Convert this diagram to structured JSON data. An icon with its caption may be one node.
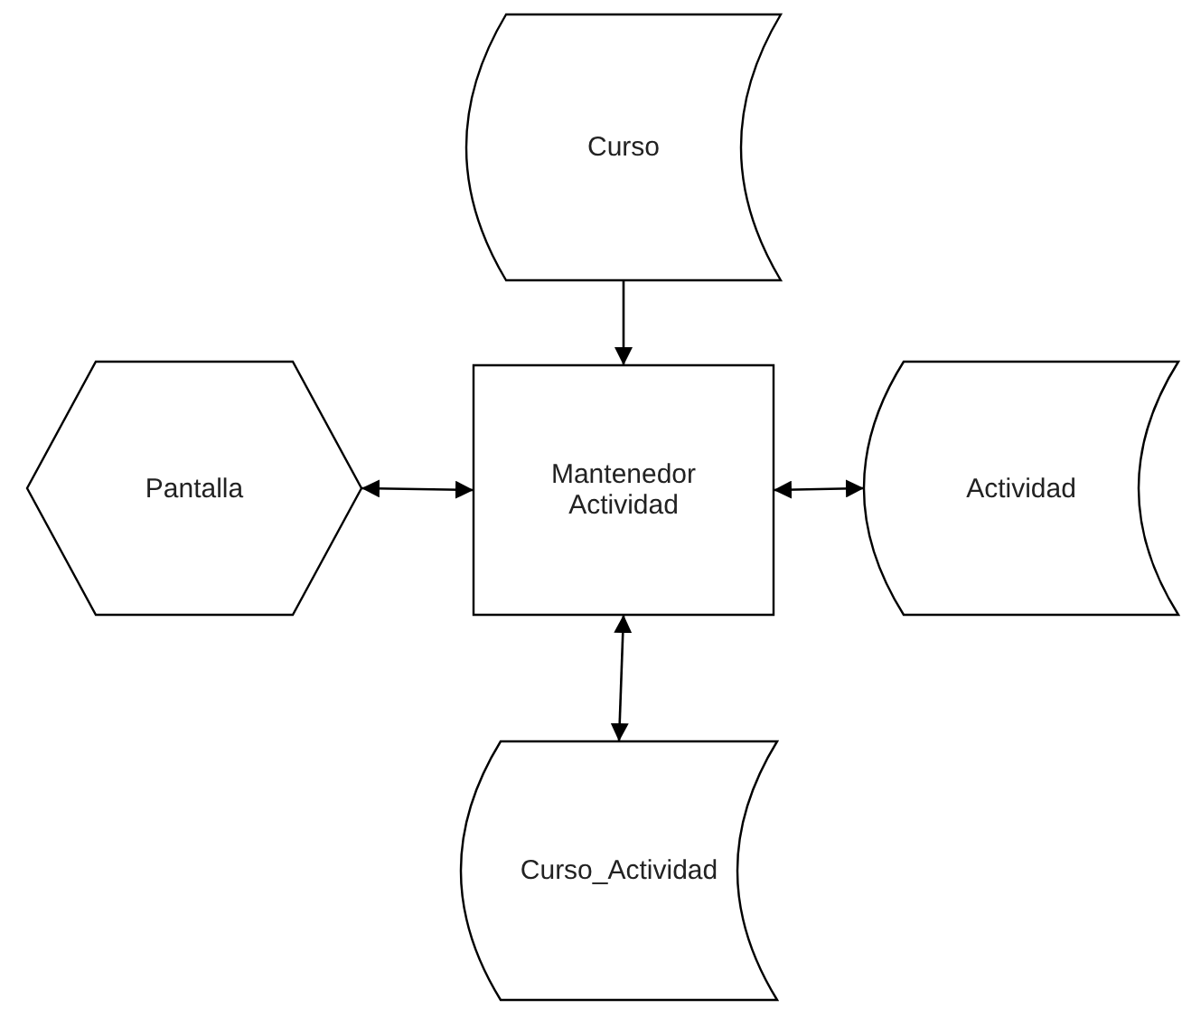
{
  "diagram": {
    "nodes": [
      {
        "text": [
          "Curso"
        ]
      },
      {
        "text": [
          "Pantalla"
        ]
      },
      {
        "text": [
          "Mantenedor Actividad"
        ]
      },
      {
        "text": [
          "Actividad"
        ]
      },
      {
        "text": [
          "Curso_Actividad"
        ]
      }
    ],
    "edges": [
      {
        "from": 0,
        "to": 2,
        "arrow": "to"
      },
      {
        "from": 1,
        "to": 2,
        "arrow": "both"
      },
      {
        "from": 2,
        "to": 3,
        "arrow": "both"
      },
      {
        "from": 2,
        "to": 4,
        "arrow": "both"
      }
    ]
  }
}
